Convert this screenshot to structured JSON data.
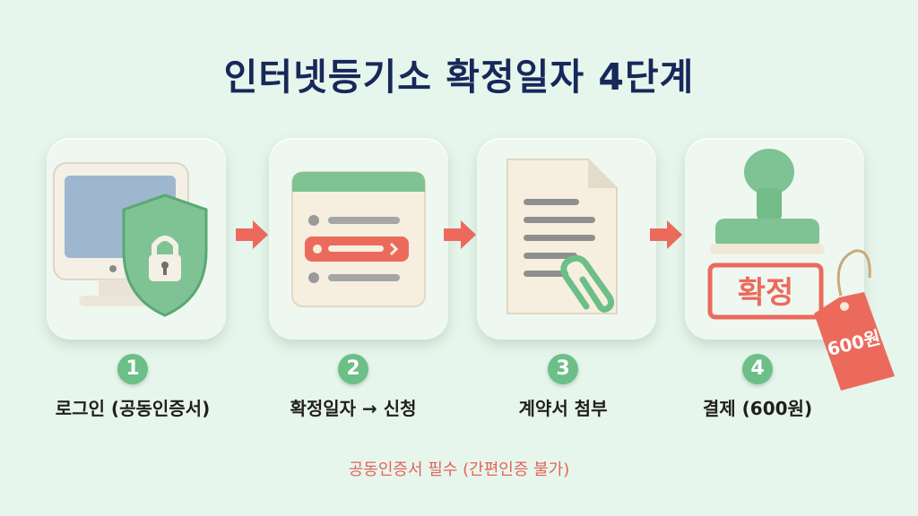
{
  "title": "인터넷등기소 확정일자 4단계",
  "steps": [
    {
      "number": "1",
      "label": "로그인 (공동인증서)",
      "icon": "computer-shield-lock-icon"
    },
    {
      "number": "2",
      "label": "확정일자 → 신청",
      "icon": "menu-list-icon"
    },
    {
      "number": "3",
      "label": "계약서 첨부",
      "icon": "document-paperclip-icon"
    },
    {
      "number": "4",
      "label": "결제 (600원)",
      "icon": "stamp-icon"
    }
  ],
  "stamp_text": "확정",
  "price_tag": "600원",
  "footnote": "공동인증서 필수 (간편인증 불가)",
  "colors": {
    "green": "#6cbf86",
    "coral": "#ec6a5c",
    "navy": "#17285a",
    "background": "#e7f6ec"
  }
}
